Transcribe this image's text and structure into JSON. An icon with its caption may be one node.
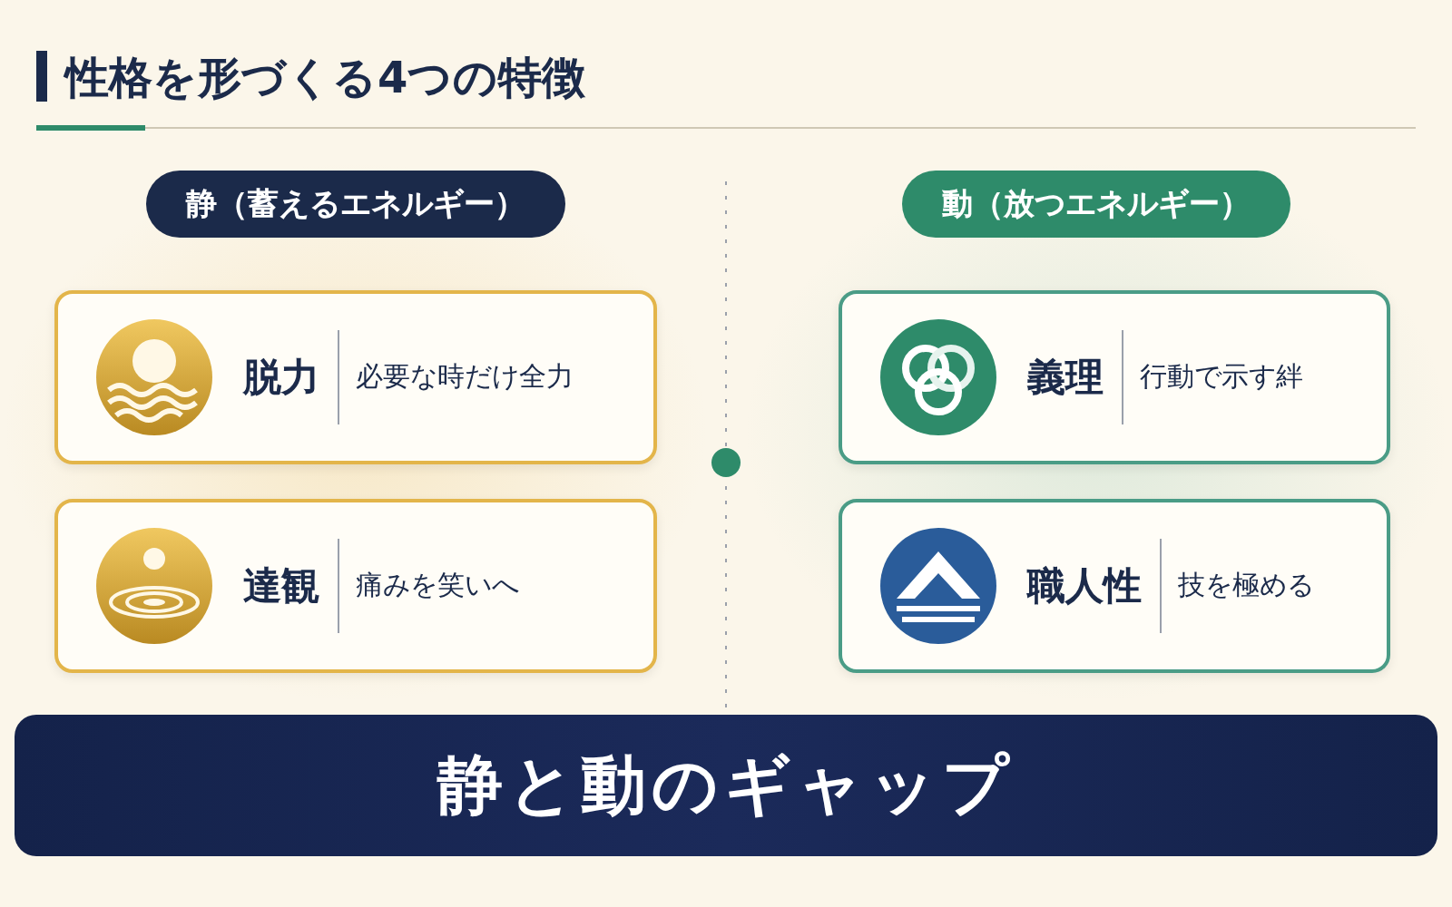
{
  "diagram": {
    "title": "性格を形づくる4つの特徴",
    "nodes": [
      {
        "text": [
          "静（蓄えるエネルギー）"
        ]
      },
      {
        "text": [
          "脱力",
          "必要な時だけ全力"
        ],
        "in": 0
      },
      {
        "text": [
          "達観",
          "痛みを笑いへ"
        ],
        "in": 0
      },
      {
        "text": [
          "動（放つエネルギー）"
        ]
      },
      {
        "text": [
          "義理",
          "行動で示す絆"
        ],
        "in": 3
      },
      {
        "text": [
          "職人性",
          "技を極める"
        ],
        "in": 3
      },
      {
        "text": [
          "静と動のギャップ"
        ]
      }
    ],
    "edges": []
  }
}
